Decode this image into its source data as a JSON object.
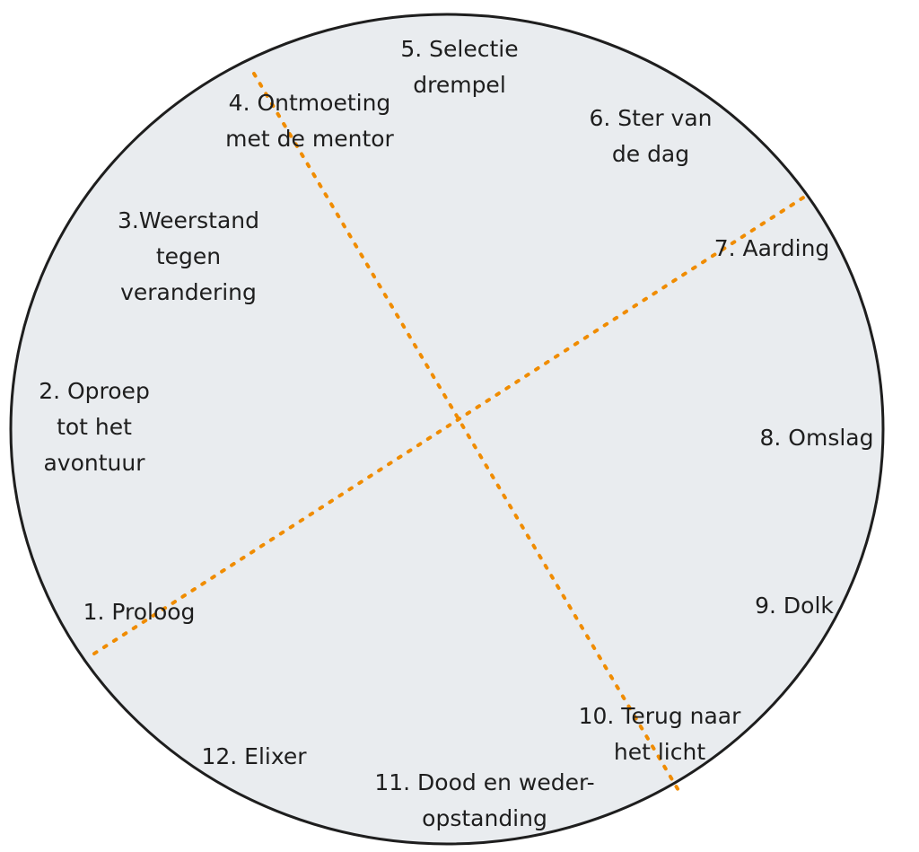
{
  "colors": {
    "circle_fill": "#e9ecef",
    "stroke": "#1e1e1e",
    "axis": "#f08c00"
  },
  "stages": [
    {
      "lines": [
        "1. Proloog"
      ]
    },
    {
      "lines": [
        "2. Oproep",
        "tot het",
        "avontuur"
      ]
    },
    {
      "lines": [
        "3.Weerstand",
        "tegen",
        "verandering"
      ]
    },
    {
      "lines": [
        "4. Ontmoeting",
        "met de mentor"
      ]
    },
    {
      "lines": [
        "5. Selectie",
        "drempel"
      ]
    },
    {
      "lines": [
        "6. Ster van",
        "de dag"
      ]
    },
    {
      "lines": [
        "7. Aarding"
      ]
    },
    {
      "lines": [
        "8. Omslag"
      ]
    },
    {
      "lines": [
        "9. Dolk"
      ]
    },
    {
      "lines": [
        "10. Terug naar",
        "het licht"
      ]
    },
    {
      "lines": [
        "11. Dood en weder-",
        "opstanding"
      ]
    },
    {
      "lines": [
        "12. Elixer"
      ]
    }
  ]
}
